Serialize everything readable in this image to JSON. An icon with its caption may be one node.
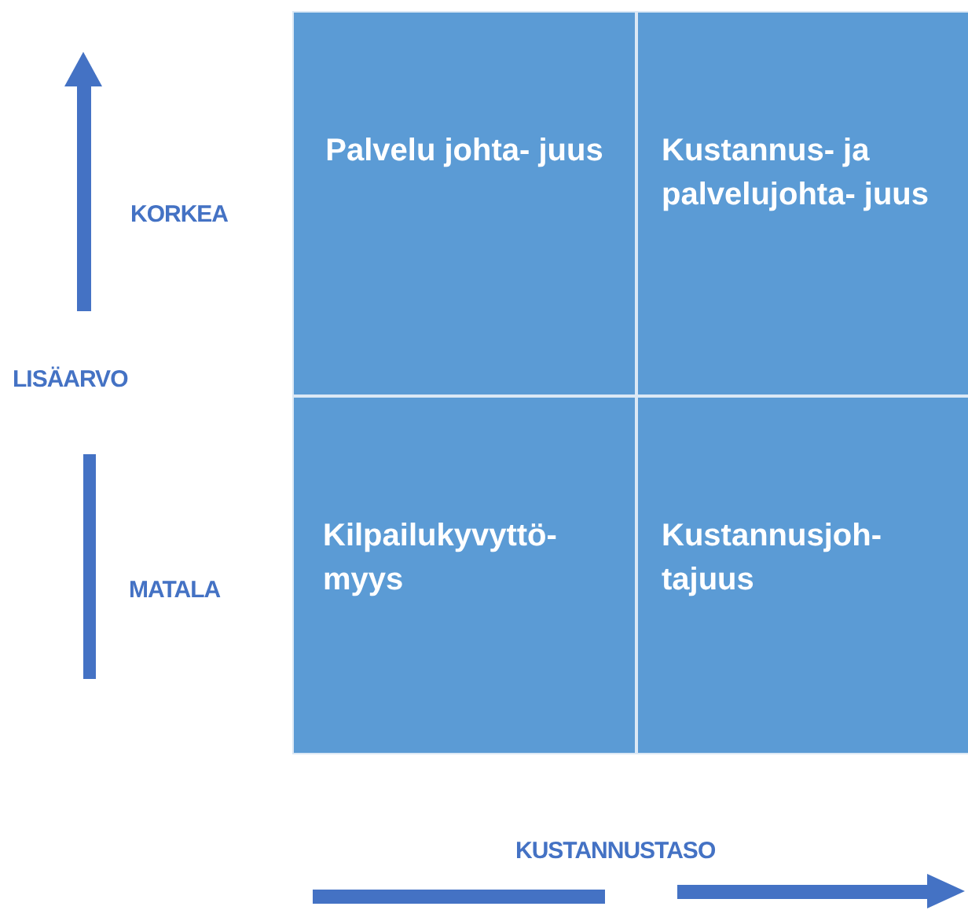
{
  "diagram": {
    "nodes": [
      {
        "text": [
          "Palvelu johta- juus"
        ]
      },
      {
        "text": [
          "Kustannus- ja palvelujohta- juus"
        ]
      },
      {
        "text": [
          "Kilpailukyvyttö- myys"
        ]
      },
      {
        "text": [
          "Kustannusjoh- tajuus"
        ]
      }
    ],
    "labels": [
      "KORKEA",
      "LISÄARVO",
      "MATALA",
      "KUSTANNUSTASO"
    ]
  }
}
